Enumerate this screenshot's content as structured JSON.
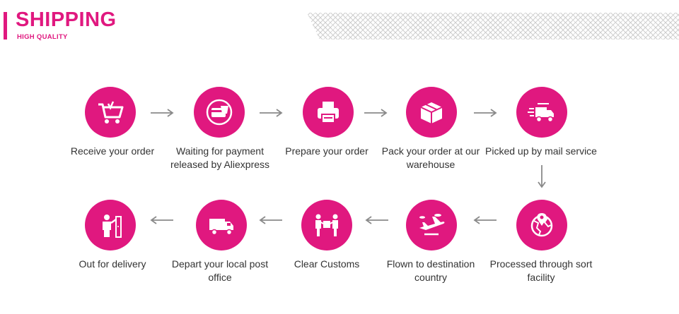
{
  "header": {
    "title": "SHIPPING",
    "subtitle": "HIGH QUALITY"
  },
  "colors": {
    "accent": "#e0187f",
    "text": "#333333",
    "arrow": "#8a8a8a"
  },
  "steps": [
    {
      "label": "Receive your order",
      "icon": "cart-icon"
    },
    {
      "label": "Waiting for payment released by Aliexpress",
      "icon": "payment-card-icon"
    },
    {
      "label": "Prepare your order",
      "icon": "printer-icon"
    },
    {
      "label": "Pack your order at our warehouse",
      "icon": "box-icon"
    },
    {
      "label": "Picked up by mail service",
      "icon": "fast-truck-icon"
    },
    {
      "label": "Processed through sort facility",
      "icon": "globe-location-icon"
    },
    {
      "label": "Flown to destination country",
      "icon": "airplane-icon"
    },
    {
      "label": "Clear Customs",
      "icon": "customs-people-icon"
    },
    {
      "label": "Depart your local post office",
      "icon": "delivery-truck-icon"
    },
    {
      "label": "Out for delivery",
      "icon": "courier-icon"
    }
  ]
}
